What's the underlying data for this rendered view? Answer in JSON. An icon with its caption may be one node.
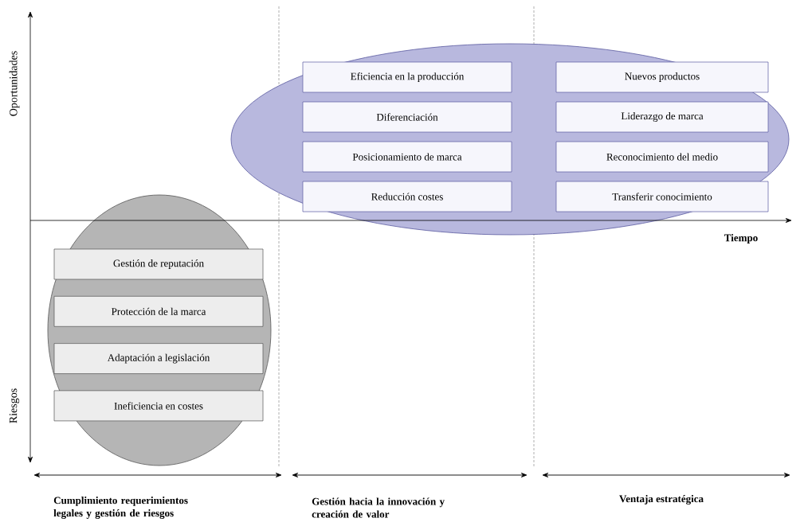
{
  "diagram": {
    "nodes": [
      {
        "text": [],
        "shape": "ellipse"
      },
      {
        "text": [
          "Eficiencia en la producción"
        ],
        "in": 0
      },
      {
        "text": [
          "Nuevos productos"
        ],
        "in": 0
      },
      {
        "text": [
          "Diferenciación"
        ],
        "in": 0
      },
      {
        "text": [
          "Liderazgo de marca"
        ],
        "in": 0
      },
      {
        "text": [
          "Posicionamiento de marca"
        ],
        "in": 0
      },
      {
        "text": [
          "Reconocimiento del medio"
        ],
        "in": 0
      },
      {
        "text": [
          "Reducción costes"
        ],
        "in": 0
      },
      {
        "text": [
          "Transferir conocimiento"
        ],
        "in": 0
      },
      {
        "text": [],
        "shape": "ellipse"
      },
      {
        "text": [
          "Gestión de reputación"
        ],
        "in": 9
      },
      {
        "text": [
          "Protección de la marca"
        ],
        "in": 9
      },
      {
        "text": [
          "Adaptación a legislación"
        ],
        "in": 9
      },
      {
        "text": [
          "Ineficiencia en costes"
        ],
        "in": 9
      }
    ],
    "labels": [
      "Oportunidades",
      "Tiempo",
      "Riesgos",
      "Cumplimiento requerimientos legales y gestión de riesgos",
      "Gestión hacia la innovación y creación de valor",
      "Ventaja estratégica"
    ]
  }
}
